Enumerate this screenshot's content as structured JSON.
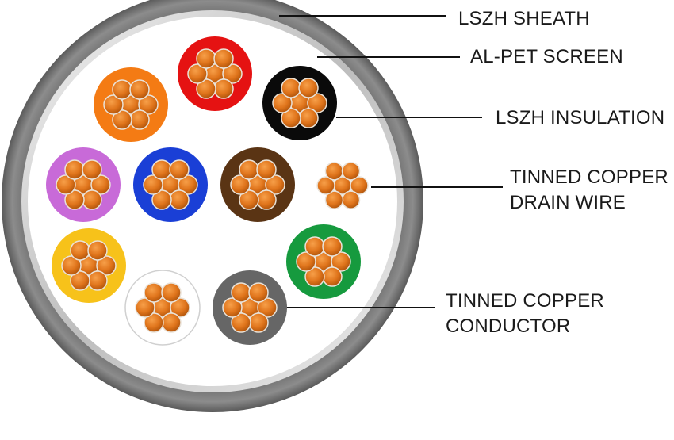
{
  "labels": {
    "sheath": "LSZH SHEATH",
    "screen": "AL-PET SCREEN",
    "insulation": "LSZH INSULATION",
    "drain_line1": "TINNED COPPER",
    "drain_line2": "DRAIN WIRE",
    "conductor_line1": "TINNED COPPER",
    "conductor_line2": "CONDUCTOR"
  },
  "colors": {
    "sheath": "#7d7d7d",
    "screen": "#d9d9d9",
    "filler": "#ffffff",
    "strand": "#e0751c",
    "strand_edge": "#e9e2d8"
  },
  "cores": [
    {
      "name": "red",
      "color": "#e51212"
    },
    {
      "name": "orange",
      "color": "#f47b14"
    },
    {
      "name": "black",
      "color": "#0a0a0a"
    },
    {
      "name": "violet",
      "color": "#c86ad8"
    },
    {
      "name": "blue",
      "color": "#1a3fd6"
    },
    {
      "name": "brown",
      "color": "#5a3414"
    },
    {
      "name": "yellow",
      "color": "#f7c21a"
    },
    {
      "name": "green",
      "color": "#169a3e"
    },
    {
      "name": "white",
      "color": "#ffffff"
    },
    {
      "name": "grey",
      "color": "#666666"
    }
  ]
}
